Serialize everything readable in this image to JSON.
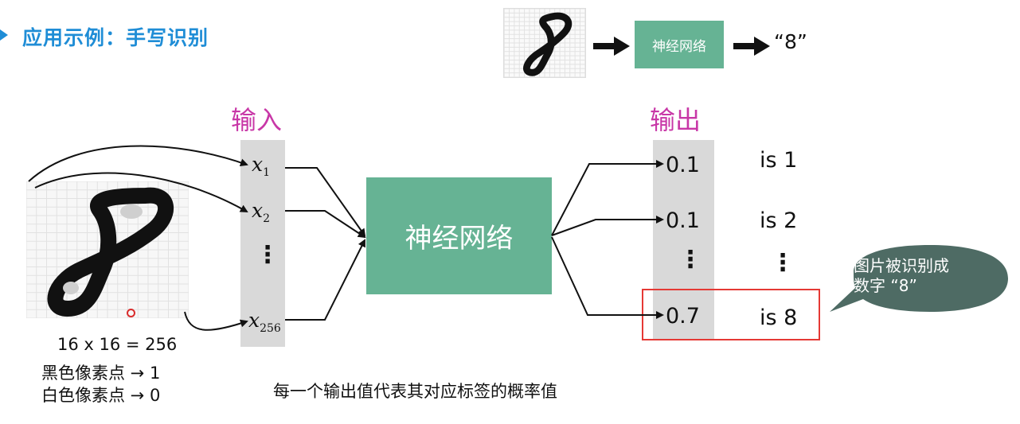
{
  "header": {
    "title": "应用示例：手写识别",
    "title_color": "#1f8dd6"
  },
  "top_pipeline": {
    "nn_label": "神经网络",
    "output_label": "“8”",
    "box_color": "#66b394"
  },
  "input": {
    "heading": "输入",
    "variables": [
      {
        "base": "x",
        "sub": "1"
      },
      {
        "base": "x",
        "sub": "2"
      },
      {
        "base": "x",
        "sub": "256"
      }
    ],
    "ellipsis": "⋮"
  },
  "network": {
    "label": "神经网络"
  },
  "output": {
    "heading": "输出",
    "rows": [
      {
        "prob": "0.1",
        "label": "is 1"
      },
      {
        "prob": "0.1",
        "label": "is 2"
      },
      {
        "prob": "0.7",
        "label": "is 8"
      }
    ],
    "ellipsis": "⋮",
    "highlight_color": "#e53935"
  },
  "callout": {
    "line1": "图片被识别成",
    "line2": "数字 “8”",
    "color": "#4e6b64"
  },
  "legend": {
    "size": "16 x 16 = 256",
    "black": "黑色像素点 → 1",
    "white": "白色像素点 → 0"
  },
  "note": "每一个输出值代表其对应标签的概率值",
  "colors": {
    "heading": "#c837a7",
    "bar": "#d9d9d9"
  }
}
